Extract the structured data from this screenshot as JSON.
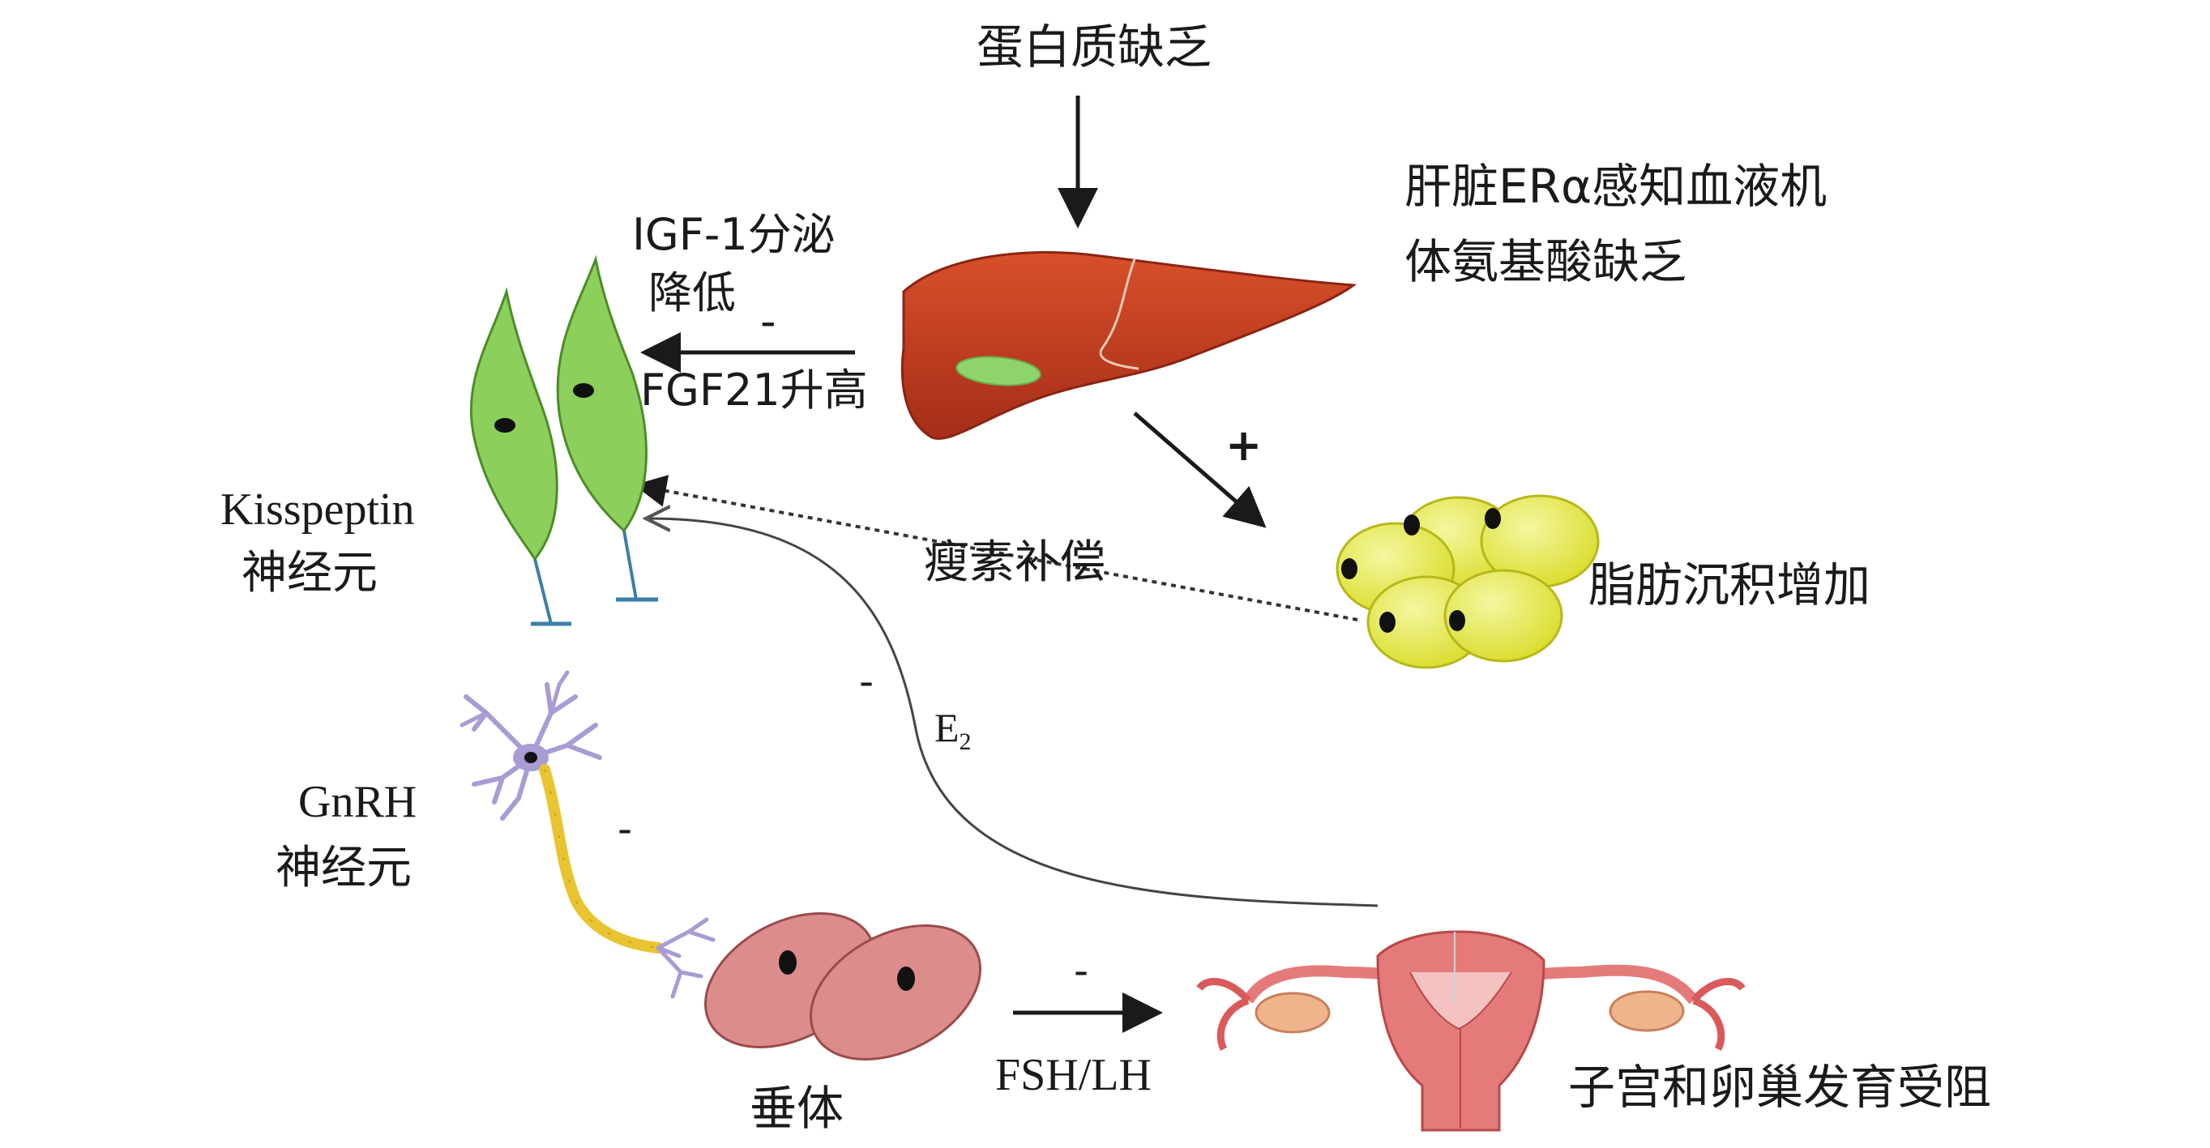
{
  "labels": {
    "protein": "蛋白质缺乏",
    "liver_sense_1": "肝脏ERα感知血液机",
    "liver_sense_2": "体氨基酸缺乏",
    "igf_1": "IGF-1分泌",
    "igf_2": "降低",
    "fgf21": "FGF21升高",
    "kiss_1": "Kisspeptin",
    "kiss_2": "神经元",
    "leptin": "瘦素补偿",
    "fat": "脂肪沉积增加",
    "e2_main": "E",
    "e2_sub": "2",
    "gnrh_1": "GnRH",
    "gnrh_2": "神经元",
    "pituitary": "垂体",
    "fshlh": "FSH/LH",
    "uterus": "子宫和卵巢发育受阻"
  },
  "signs": {
    "igf_minus": "-",
    "liver_fat_plus": "+",
    "e2_minus": "-",
    "gnrh_minus": "-",
    "fsh_minus": "-"
  },
  "colors": {
    "liver": "#c0391f",
    "gallbladder": "#8fd46a",
    "kiss_neuron": "#8ccf5a",
    "kiss_axon": "#3a7fa8",
    "fat_cell": "#e6ea3c",
    "gnrh_dendrite": "#a99bd4",
    "gnrh_axon": "#e8c431",
    "pituitary_cell": "#dd8c8c",
    "uterus": "#e57a7a",
    "arrow": "#1a1a1a"
  }
}
